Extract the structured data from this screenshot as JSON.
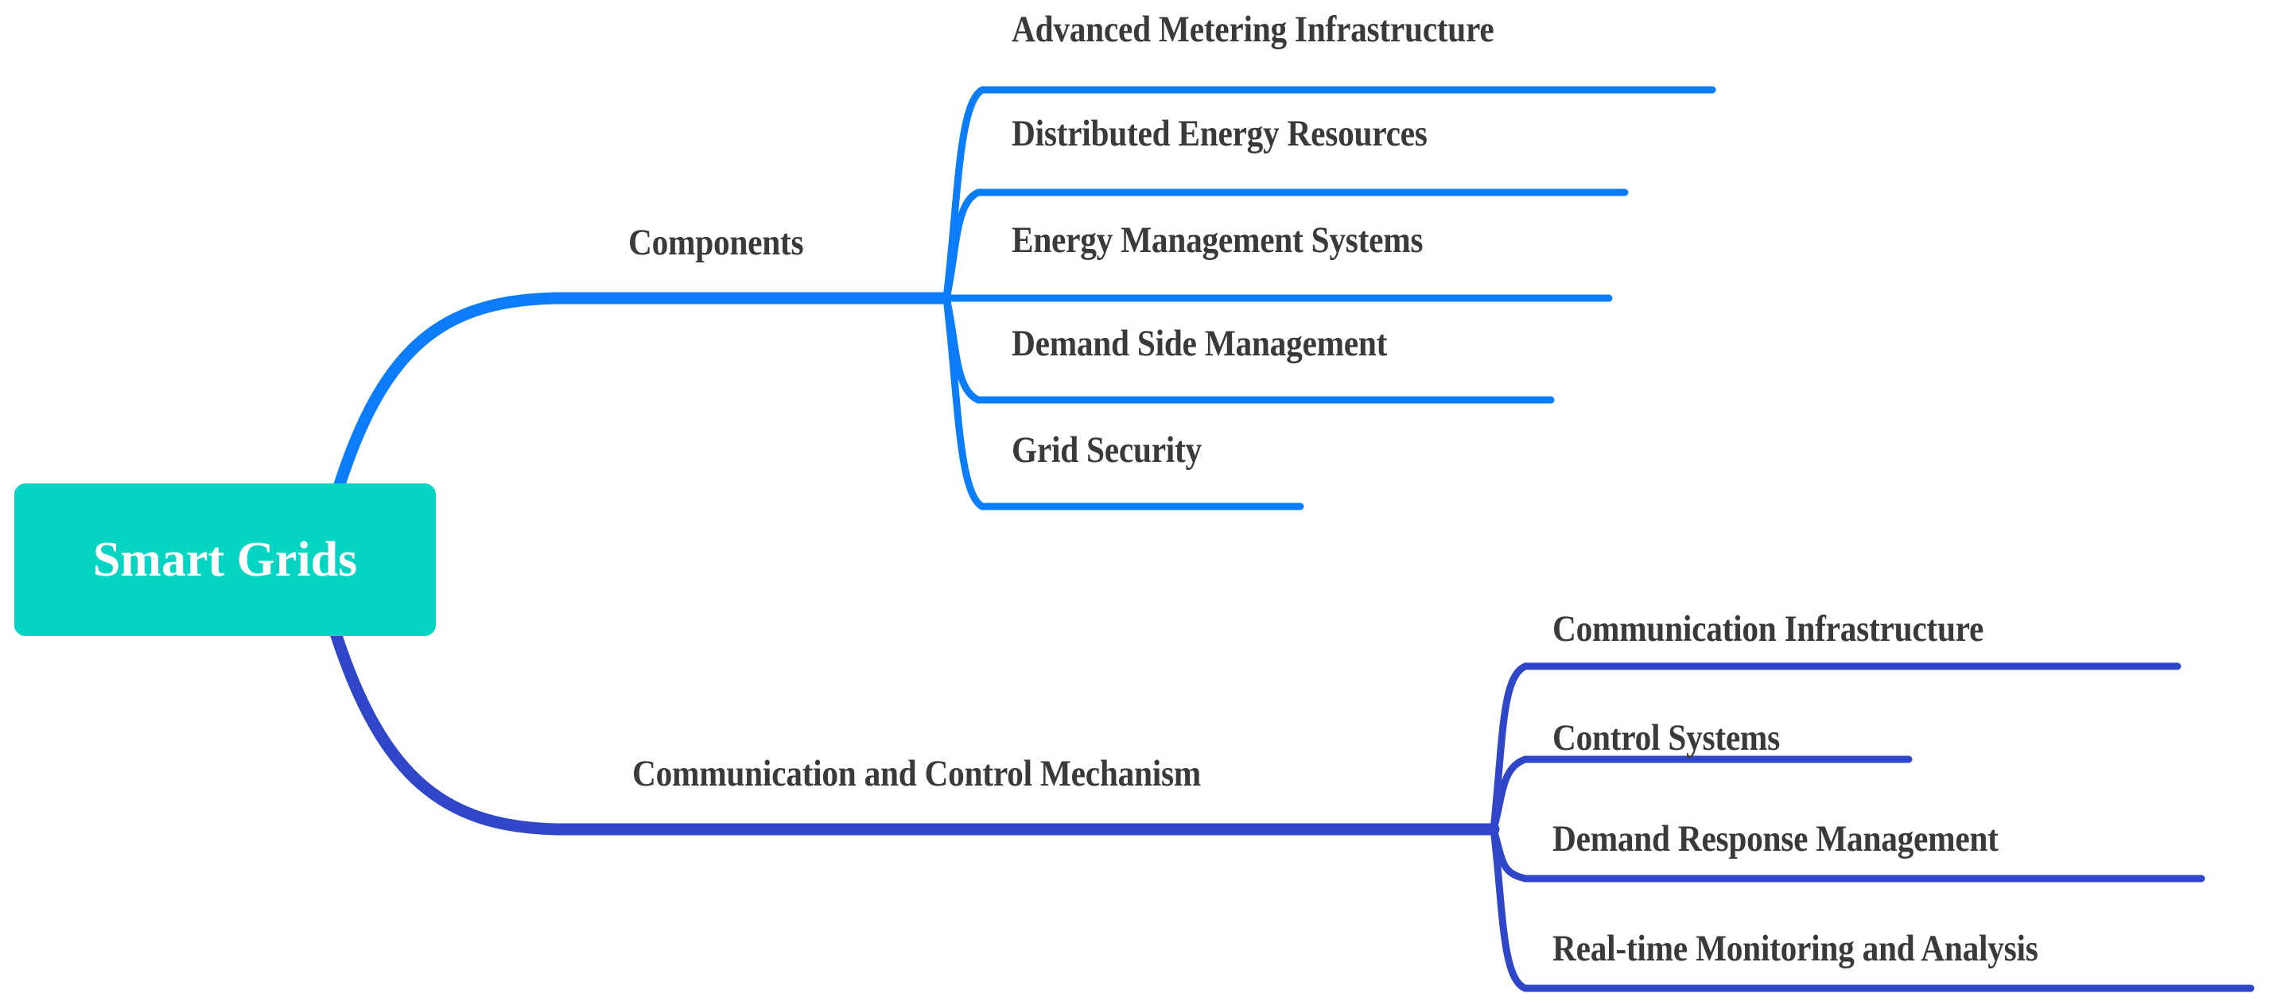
{
  "diagram": {
    "type": "mind-map",
    "title": "Smart Grids",
    "background_color": "#ffffff",
    "root": {
      "label": "Smart Grids",
      "fill_color": "#04d5c3",
      "text_color": "#ffffff"
    },
    "label_color": "#3a3a3a",
    "branches": [
      {
        "label": "Components",
        "color": "#0b7dfa",
        "children": [
          {
            "label": "Advanced Metering Infrastructure"
          },
          {
            "label": "Distributed Energy Resources"
          },
          {
            "label": "Energy Management Systems"
          },
          {
            "label": "Demand Side Management"
          },
          {
            "label": "Grid Security"
          }
        ]
      },
      {
        "label": "Communication and Control Mechanism",
        "color": "#2f46c8",
        "children": [
          {
            "label": "Communication Infrastructure"
          },
          {
            "label": "Control Systems"
          },
          {
            "label": "Demand Response Management"
          },
          {
            "label": "Real-time Monitoring and Analysis"
          }
        ]
      }
    ]
  }
}
